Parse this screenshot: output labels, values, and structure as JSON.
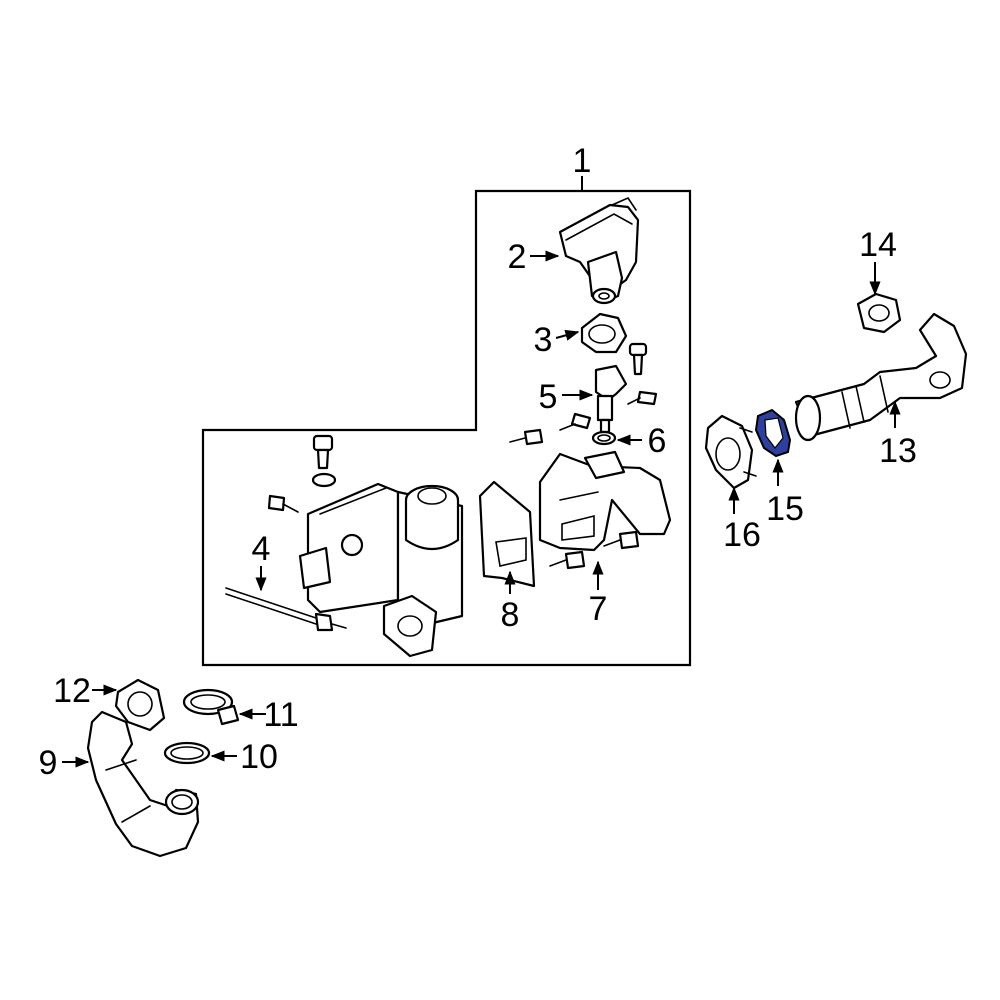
{
  "callouts": [
    {
      "id": "1",
      "text": "1"
    },
    {
      "id": "2",
      "text": "2"
    },
    {
      "id": "3",
      "text": "3"
    },
    {
      "id": "4",
      "text": "4"
    },
    {
      "id": "5",
      "text": "5"
    },
    {
      "id": "6",
      "text": "6"
    },
    {
      "id": "7",
      "text": "7"
    },
    {
      "id": "8",
      "text": "8"
    },
    {
      "id": "9",
      "text": "9"
    },
    {
      "id": "10",
      "text": "10"
    },
    {
      "id": "11",
      "text": "11"
    },
    {
      "id": "12",
      "text": "12"
    },
    {
      "id": "13",
      "text": "13"
    },
    {
      "id": "14",
      "text": "14"
    },
    {
      "id": "15",
      "text": "15"
    },
    {
      "id": "16",
      "text": "16"
    }
  ],
  "colors": {
    "line": "#000000",
    "highlight_fill": "#2f3f9e",
    "background": "#ffffff"
  },
  "highlighted_part": "15"
}
